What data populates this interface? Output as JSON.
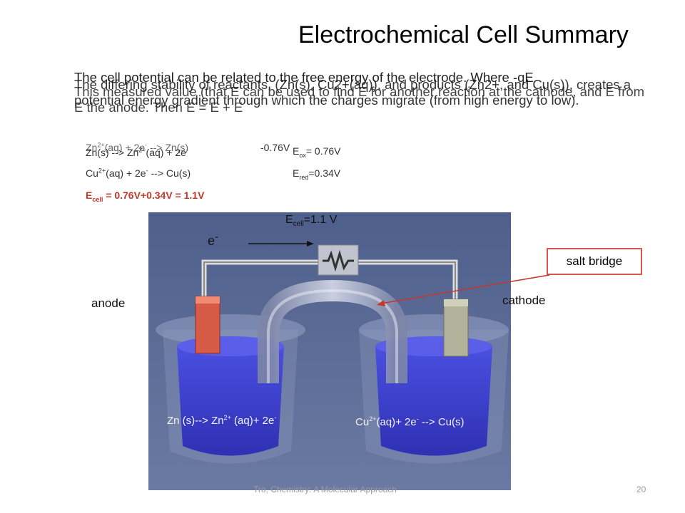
{
  "slide": {
    "title": "Electrochemical Cell Summary",
    "page_number": "20",
    "footer": "Tro, Chemistry: A Molecular Approach"
  },
  "overlapping_text": [
    "The cell potential can be related to the free energy of the electrode. Where -qE",
    "The differing stability of reactants, (Zn(s), Cu2+(aq)), and products (Zn2+, and Cu(s)), creates a potential energy gradient through which the charges migrate (from high energy to low).",
    "This measured value (that E can be used to find E for another reaction at the cathode, and E from E the anode. Then E = E + E"
  ],
  "equations": {
    "zn_red_lhs": "Zn",
    "zn_red_rest": "(aq) + 2e",
    "zn_red_product": " --> Zn(s)",
    "zn_red_value": "-0.76V",
    "zn_ox_lhs": "Zn(s) --> Zn",
    "zn_ox_rest": "(aq) + 2e",
    "e_ox_label": "E",
    "e_ox_sub": "ox",
    "e_ox_value": "= 0.76V",
    "cu_lhs": "Cu",
    "cu_rest": "(aq) + 2e",
    "cu_product": " --> Cu(s)",
    "e_red_label": "E",
    "e_red_sub": "red",
    "e_red_value": "=0.34V",
    "ecell_label": "E",
    "ecell_sub": "cell",
    "ecell_value": " = 0.76V+0.34V = 1.1V"
  },
  "diagram": {
    "ecell_label": "E",
    "ecell_sub": "cell",
    "ecell_value": "=1.1 V",
    "electron_label": "e",
    "electron_sup": "-",
    "anode": "anode",
    "cathode": "cathode",
    "salt_bridge": "salt bridge",
    "anode_reaction_1": "Zn (s)--> Zn",
    "anode_reaction_sup": "2+",
    "anode_reaction_2": " (aq)+ 2e",
    "anode_reaction_sup2": "-",
    "cathode_reaction_1": "Cu",
    "cathode_reaction_sup": "2+",
    "cathode_reaction_2": "(aq)+ 2e",
    "cathode_reaction_sup2": "-",
    "cathode_reaction_3": " --> Cu(s)",
    "sup_2plus": "2+",
    "sup_minus": "-"
  },
  "colors": {
    "scene_bg": "#5d6f99",
    "solution": "#3c3fd0",
    "zinc": "#d65a45",
    "copper": "#b3b29a",
    "ecell_red": "#c0392b",
    "salt_box_border": "#d9534f"
  }
}
